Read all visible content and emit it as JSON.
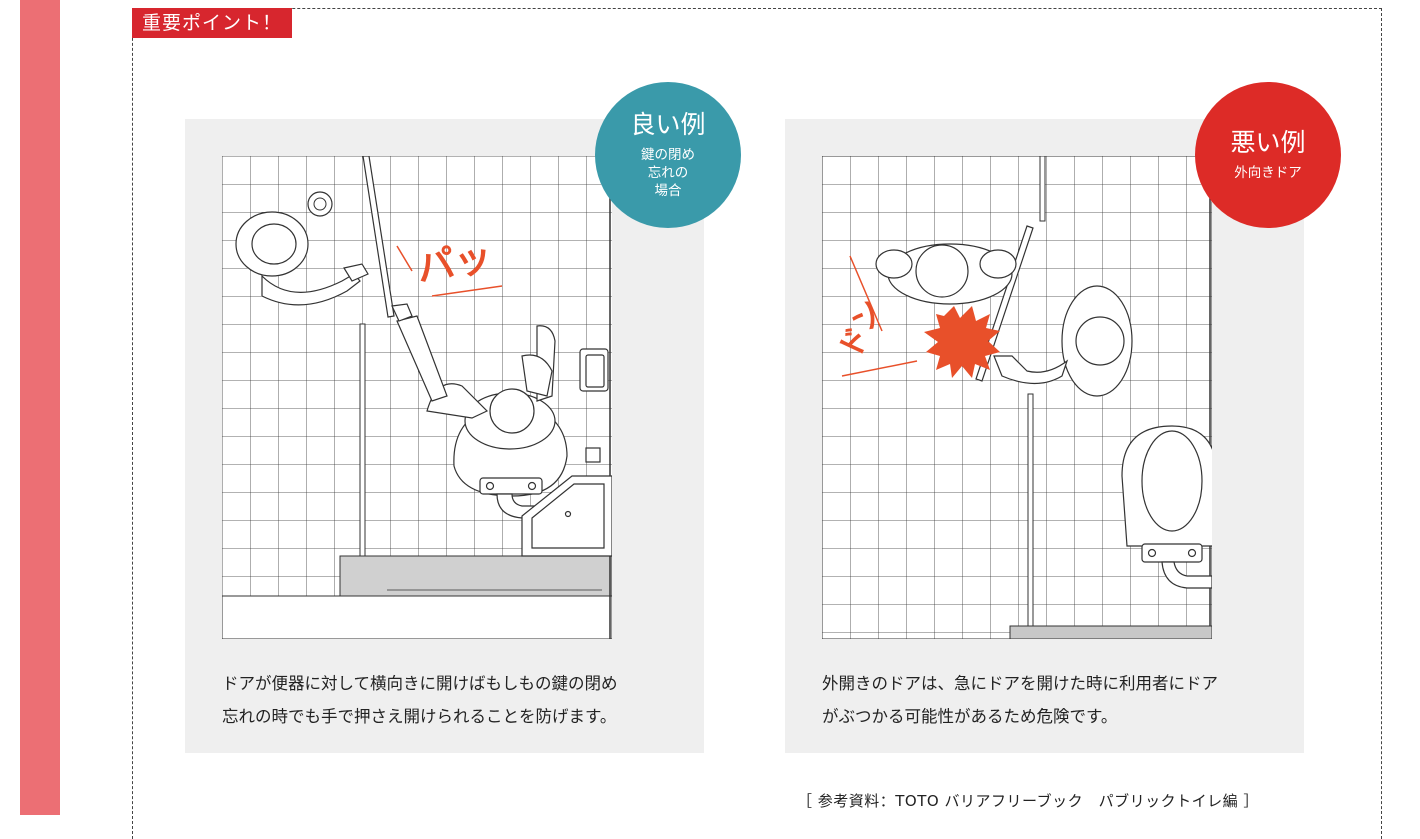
{
  "header": {
    "label": "重要ポイント！"
  },
  "good_example": {
    "badge_title": "良い例",
    "badge_sub_lines": [
      "鍵の閉め",
      "忘れの",
      "場合"
    ],
    "sound_text": "パッ",
    "caption_lines": [
      "ドアが便器に対して横向きに開けばもしもの鍵の閉め",
      "忘れの時でも手で押さえ開けられることを防げます。"
    ]
  },
  "bad_example": {
    "badge_title": "悪い例",
    "badge_sub": "外向きドア",
    "sound_text": "ドン",
    "caption_lines": [
      "外開きのドアは、急にドアを開けた時に利用者にドア",
      "がぶつかる可能性があるため危険です。"
    ]
  },
  "source_note": "［ 参考資料：TOTO バリアフリーブック　パブリックトイレ編 ］",
  "colors": {
    "accent_red": "#d7262e",
    "side_bar": "#ec6f74",
    "good_badge": "#3a9aaa",
    "bad_badge": "#dd2b27",
    "impact": "#e8502a",
    "panel_bg": "#efefef"
  }
}
